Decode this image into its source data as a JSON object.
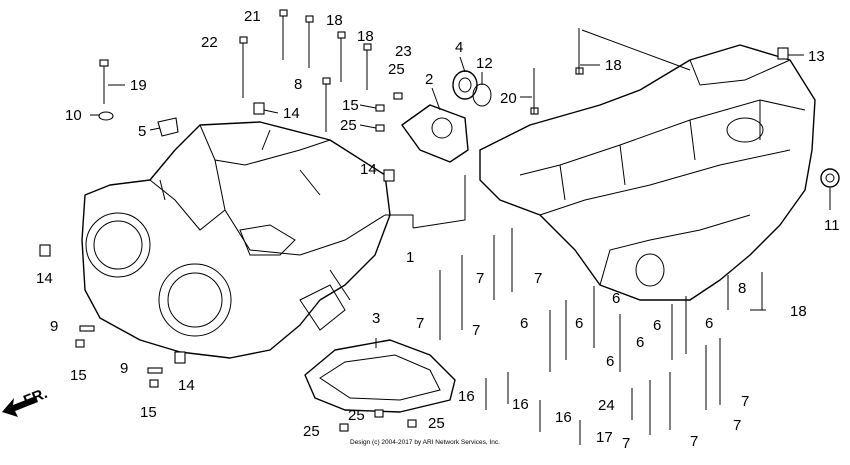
{
  "diagram": {
    "callouts": [
      "21",
      "18",
      "18",
      "22",
      "23",
      "4",
      "12",
      "8",
      "25",
      "2",
      "13",
      "18",
      "19",
      "20",
      "10",
      "15",
      "25",
      "14",
      "5",
      "14",
      "11",
      "1",
      "14",
      "7",
      "7",
      "7",
      "9",
      "8",
      "18",
      "3",
      "6",
      "6",
      "6",
      "6",
      "6",
      "6",
      "6",
      "15",
      "9",
      "14",
      "15",
      "16",
      "16",
      "16",
      "24",
      "7",
      "25",
      "25",
      "25",
      "17",
      "7",
      "7",
      "7",
      "7"
    ],
    "direction_label": "FR.",
    "copyright": "Design (c) 2004-2017 by ARI Network Services, Inc."
  }
}
